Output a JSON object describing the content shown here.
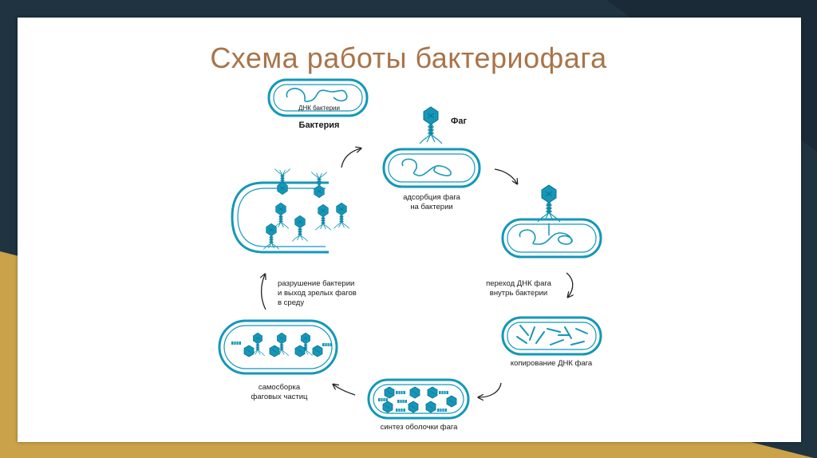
{
  "slide": {
    "title": "Схема работы бактериофага",
    "colors": {
      "accent": "#1597b9",
      "title": "#a97449",
      "frame_dark": "#1f3341",
      "frame_gold": "#c9a24a"
    }
  },
  "labels": {
    "bacteria_dna": "ДНК бактерии",
    "bacteria": "Бактерия",
    "phage": "Фаг",
    "adsorption_1": "адсорбция фага",
    "adsorption_2": "на бактерии",
    "transfer_1": "переход ДНК фага",
    "transfer_2": "внутрь бактерии",
    "copying": "копирование ДНК фага",
    "synthesis": "синтез оболочки фага",
    "assembly_1": "самосборка",
    "assembly_2": "фаговых частиц",
    "destruction_1": "разрушение бактерии",
    "destruction_2": "и выход зрелых фагов",
    "destruction_3": "в среду"
  }
}
